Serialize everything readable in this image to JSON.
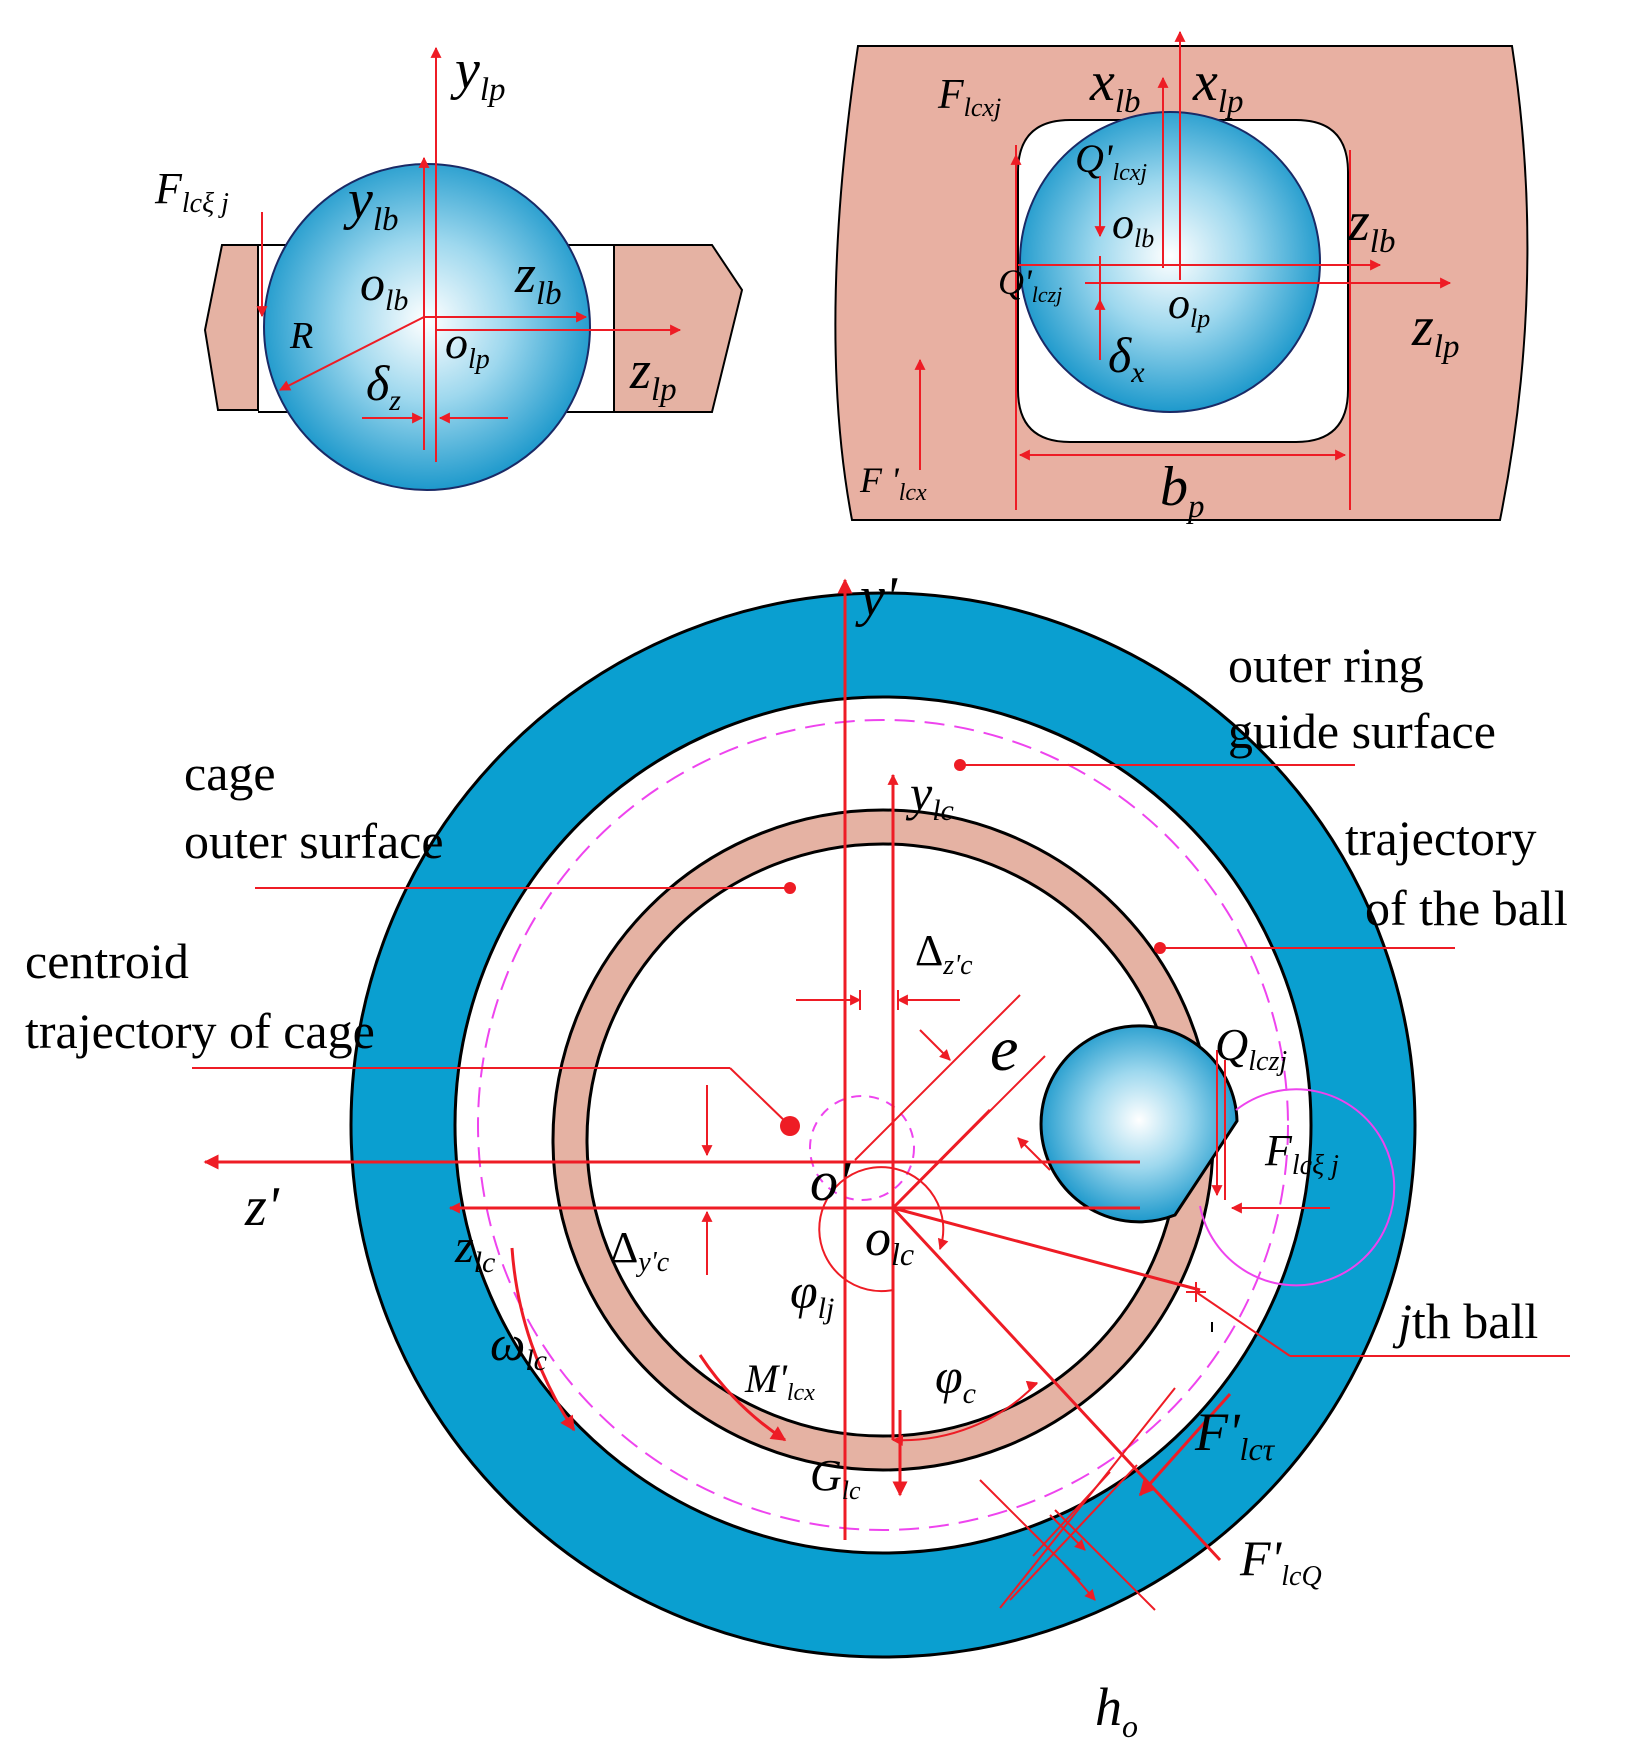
{
  "colors": {
    "red": "#ee1c25",
    "ring_blue": "#0a9fd0",
    "cage_pink": "#e5b2a3",
    "pocket_pink": "#e8b0a2",
    "trajectory_magenta": "#ee44ee",
    "outline": "#000000"
  },
  "icons": [
    "ball-sphere-icon",
    "arrow-icon"
  ],
  "top_left": {
    "y_lp": [
      "y",
      "lp"
    ],
    "F_lcxij": [
      "F",
      "lcξ j"
    ],
    "y_lb": [
      "y",
      "lb"
    ],
    "o_lb": [
      "o",
      "lb"
    ],
    "z_lb": [
      "z",
      "lb"
    ],
    "R": "R",
    "o_lp": [
      "o",
      "lp"
    ],
    "z_lp": [
      "z",
      "lp"
    ],
    "delta_z": [
      "δ",
      "z"
    ]
  },
  "top_right": {
    "x_lb": [
      "x",
      "lb"
    ],
    "x_lp": [
      "x",
      "lp"
    ],
    "F_lcxj": [
      "F",
      "lcxj"
    ],
    "Q_lcxj": [
      "Q'",
      "lcxj"
    ],
    "o_lb": [
      "o",
      "lb"
    ],
    "z_lb": [
      "z",
      "lb"
    ],
    "Q_lczj": [
      "Q'",
      "lczj"
    ],
    "o_lp": [
      "o",
      "lp"
    ],
    "z_lp": [
      "z",
      "lp"
    ],
    "delta_x": [
      "δ",
      "x"
    ],
    "F_lcx": [
      "F '",
      "lcx"
    ],
    "b_p": [
      "b",
      "p"
    ]
  },
  "bottom": {
    "y_prime": "y'",
    "outer_ring_1": "outer ring",
    "outer_ring_2": "guide surface",
    "cage_1": "cage",
    "cage_2": "outer surface",
    "y_lc": [
      "y",
      "lc"
    ],
    "traj_ball_1": "trajectory",
    "traj_ball_2": "of the ball",
    "centroid_1": "centroid",
    "centroid_2": "trajectory of cage",
    "delta_zc": [
      "Δ",
      "z'c"
    ],
    "e": "e",
    "Q_lczj": [
      "Q",
      "lczj"
    ],
    "F_lcxij": [
      "F",
      "lcξ j"
    ],
    "z_prime": "z'",
    "o_prime": "o'",
    "z_lc": [
      "z",
      "lc"
    ],
    "delta_yc": [
      "Δ",
      "y'c"
    ],
    "o_lc": [
      "o",
      "lc"
    ],
    "phi_lj": [
      "φ",
      "lj"
    ],
    "jth_ball_j": "j",
    "jth_ball_rest": "th ball",
    "omega_lc": [
      "ω",
      "lc"
    ],
    "M_lcx": [
      "M'",
      "lcx"
    ],
    "phi_c": [
      "φ",
      "c"
    ],
    "F_lctau": [
      "F'",
      "lcτ"
    ],
    "G_lc": [
      "G",
      "lc"
    ],
    "F_lcQ": [
      "F'",
      "lcQ"
    ],
    "h_o": [
      "h",
      "o"
    ]
  }
}
